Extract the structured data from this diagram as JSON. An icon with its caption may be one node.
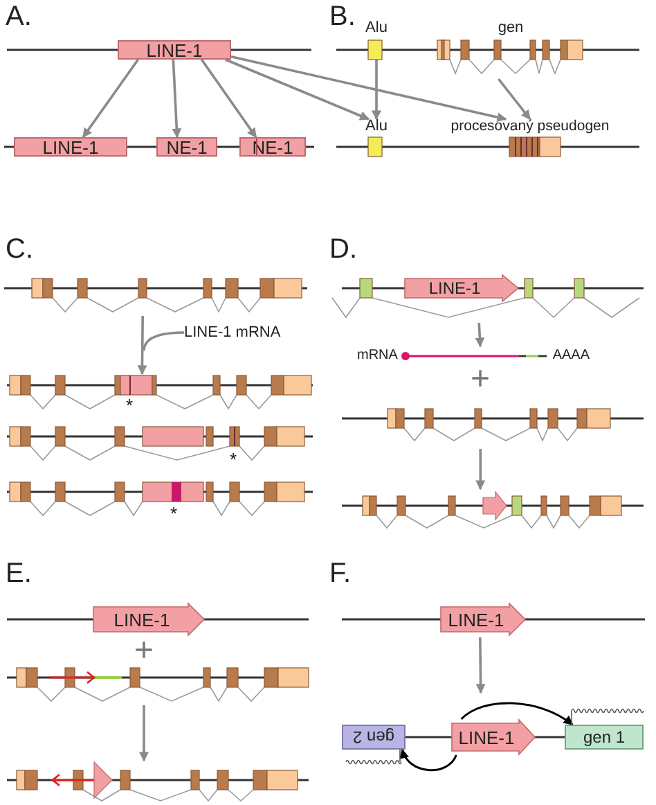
{
  "diagram": {
    "nodes": [
      {
        "text": [
          "LINE-1"
        ]
      },
      {
        "text": [
          "LINE-1"
        ]
      },
      {
        "text": [
          "NE-1"
        ]
      },
      {
        "text": [
          "NE-1"
        ]
      },
      {
        "text": [
          "Alu"
        ]
      },
      {
        "text": [
          "gen"
        ]
      },
      {
        "text": [
          "Alu"
        ]
      },
      {
        "text": [
          "procesovaný pseudogen"
        ]
      },
      {
        "text": [],
        "shape": "bar"
      },
      {
        "text": [
          "LINE-1 mRNA"
        ]
      },
      {
        "text": [],
        "shape": "bar"
      },
      {
        "text": [],
        "shape": "bar"
      },
      {
        "text": [],
        "shape": "bar"
      },
      {
        "text": [],
        "shape": "bar"
      },
      {
        "text": [
          "LINE-1"
        ],
        "in": 13
      },
      {
        "text": [
          "mRNA",
          "AAAA"
        ]
      },
      {
        "text": [],
        "shape": "bar"
      },
      {
        "text": [],
        "shape": "bar"
      },
      {
        "text": [],
        "shape": "bar"
      },
      {
        "text": [
          "LINE-1"
        ],
        "in": 18
      },
      {
        "text": [],
        "shape": "bar"
      },
      {
        "text": [],
        "shape": "bar"
      },
      {
        "text": [],
        "shape": "bar"
      },
      {
        "text": [
          "LINE-1"
        ],
        "in": 22
      },
      {
        "text": [],
        "shape": "bar"
      },
      {
        "text": [
          "gen 2"
        ],
        "in": 24
      },
      {
        "text": [
          "LINE-1"
        ],
        "in": 24
      },
      {
        "text": [
          "gen 1"
        ],
        "in": 24
      }
    ],
    "edges": [
      {
        "from": 0,
        "to": 1,
        "arrow": "to"
      },
      {
        "from": 0,
        "to": 2,
        "arrow": "to"
      },
      {
        "from": 0,
        "to": 3,
        "arrow": "to"
      },
      {
        "from": 0,
        "to": 6,
        "arrow": "to"
      },
      {
        "from": 0,
        "to": 7,
        "arrow": "to"
      },
      {
        "from": 4,
        "to": 6,
        "arrow": "to"
      },
      {
        "from": 5,
        "to": 7,
        "arrow": "to"
      },
      {
        "from": 8,
        "to": 10,
        "arrow": "to"
      },
      {
        "from": 9,
        "to": null,
        "arrow": "none"
      },
      {
        "from": 13,
        "to": 15,
        "arrow": "to"
      },
      {
        "from": 16,
        "to": 17,
        "arrow": "to"
      },
      {
        "from": 20,
        "to": 21,
        "arrow": "to"
      },
      {
        "from": 22,
        "to": 24,
        "arrow": "to"
      },
      {
        "from": 26,
        "to": 27,
        "arrow": "to",
        "color": "#000000"
      },
      {
        "from": 26,
        "to": 25,
        "arrow": "to",
        "color": "#000000"
      }
    ],
    "labels": [
      "A.",
      "B.",
      "C.",
      "D.",
      "*",
      "+",
      "*",
      "*",
      "E.",
      "F.",
      "+"
    ]
  }
}
